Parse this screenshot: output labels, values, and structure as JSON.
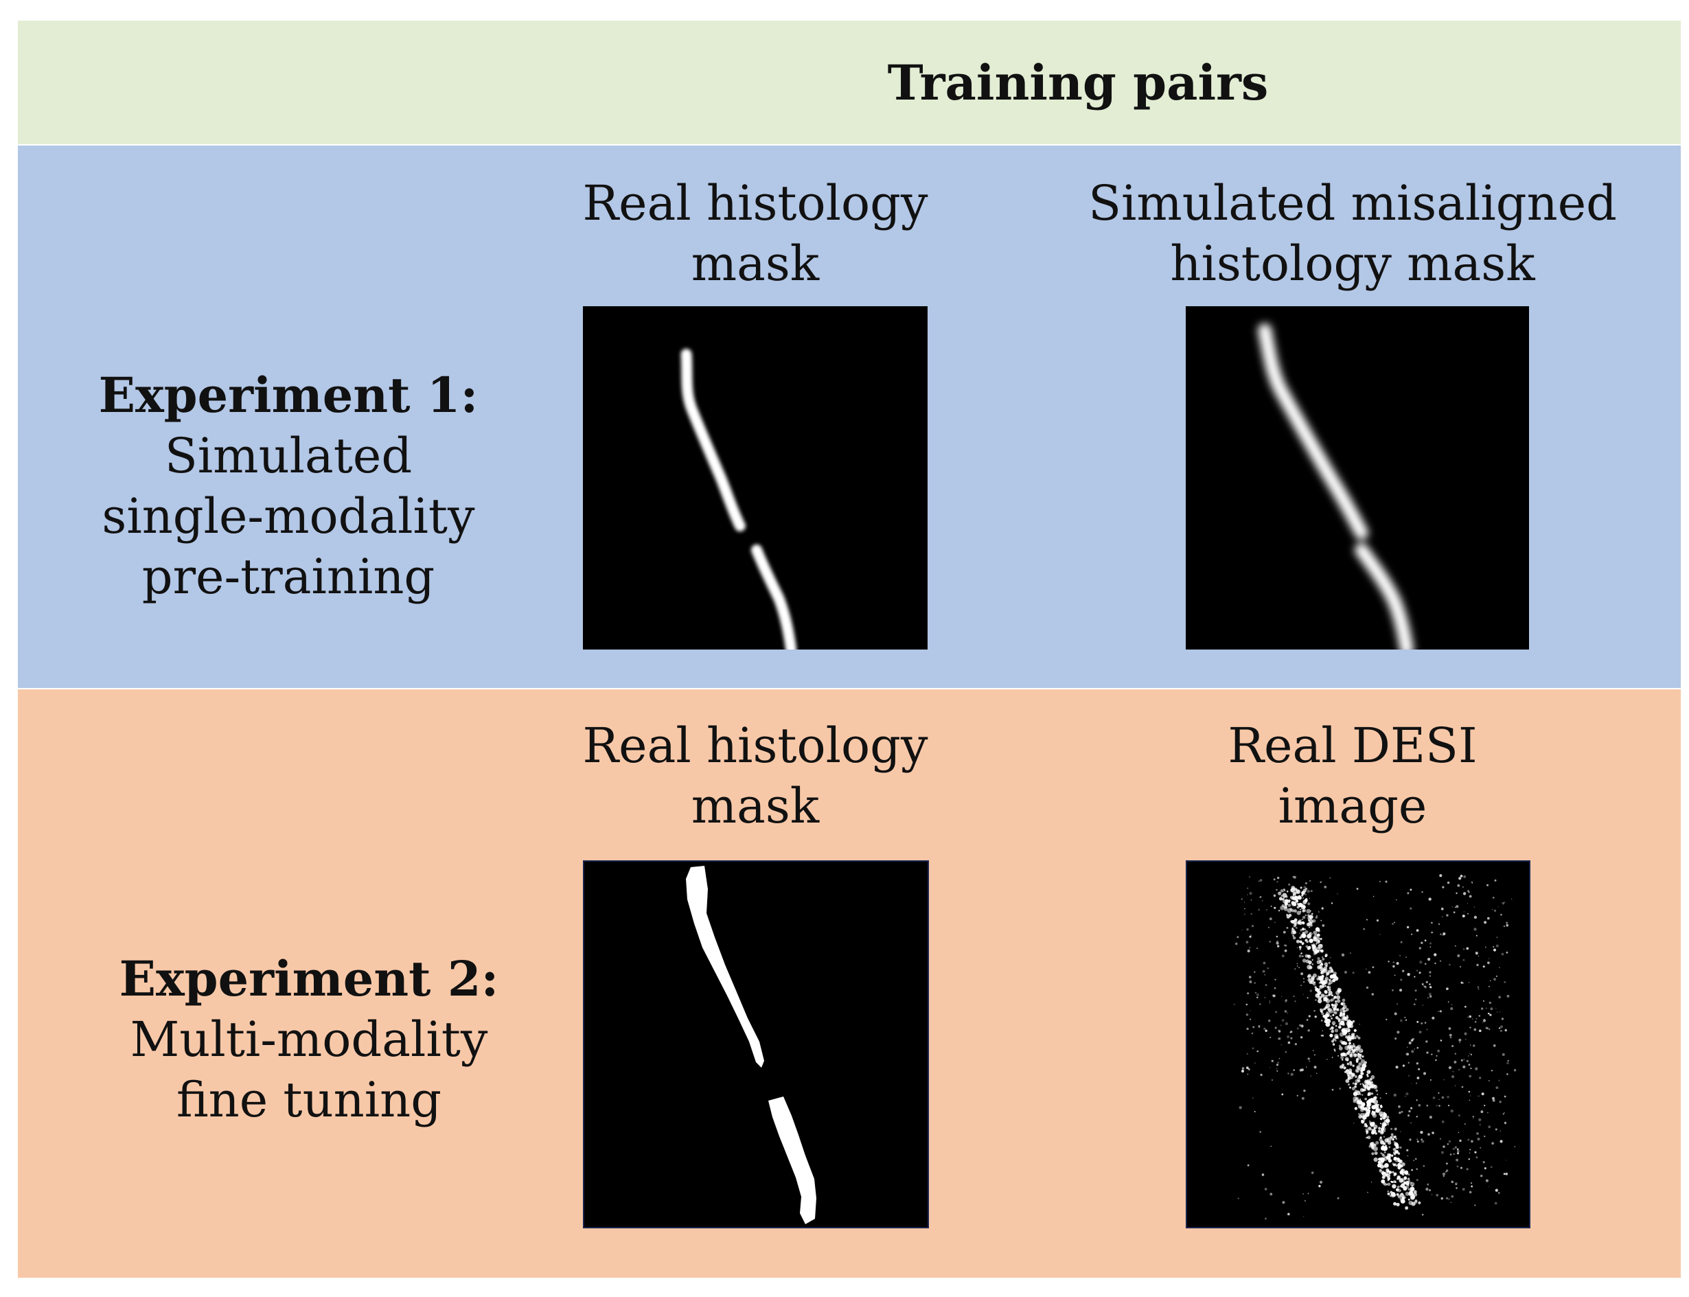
{
  "header": {
    "title": "Training pairs"
  },
  "experiment1": {
    "label_bold": "Experiment 1:",
    "label_lines": [
      "Simulated",
      "single-modality",
      "pre-training"
    ],
    "columns": [
      {
        "caption_lines": [
          "Real histology",
          "mask"
        ]
      },
      {
        "caption_lines": [
          "Simulated misaligned",
          "histology mask"
        ]
      }
    ]
  },
  "experiment2": {
    "label_bold": "Experiment 2:",
    "label_lines": [
      "Multi-modality",
      "fine tuning"
    ],
    "columns": [
      {
        "caption_lines": [
          "Real histology",
          "mask"
        ]
      },
      {
        "caption_lines": [
          "Real DESI",
          "image"
        ]
      }
    ]
  },
  "colors": {
    "header_band": "#e2edd4",
    "experiment1_band": "#b3c7e6",
    "experiment2_band": "#f7c8a8",
    "image_background": "#000000",
    "image_foreground": "#ffffff"
  }
}
